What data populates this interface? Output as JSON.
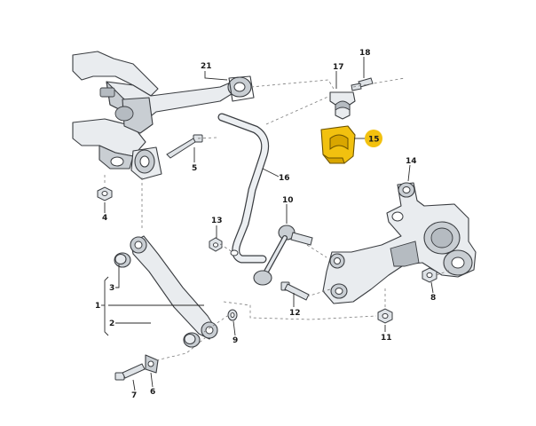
{
  "diagram": {
    "highlight_color": "#f2c10f",
    "line_color": "#2a2a2a",
    "highlighted_part": "15",
    "callouts": {
      "c1": "1",
      "c2": "2",
      "c3": "3",
      "c4": "4",
      "c5": "5",
      "c6": "6",
      "c7": "7",
      "c8": "8",
      "c9": "9",
      "c10": "10",
      "c11": "11",
      "c12": "12",
      "c13": "13",
      "c14": "14",
      "c15": "15",
      "c16": "16",
      "c17": "17",
      "c18": "18",
      "c21": "21"
    },
    "parts": [
      {
        "id": "subframe",
        "icon": "subframe-drawing"
      },
      {
        "id": "stabilizer-bar",
        "icon": "bar-drawing"
      },
      {
        "id": "bushing",
        "icon": "bushing-drawing"
      },
      {
        "id": "clamp",
        "icon": "clamp-drawing"
      },
      {
        "id": "wheel-carrier",
        "icon": "knuckle-drawing"
      },
      {
        "id": "control-arm",
        "icon": "arm-drawing"
      },
      {
        "id": "coupling-rod",
        "icon": "rod-drawing"
      }
    ]
  }
}
